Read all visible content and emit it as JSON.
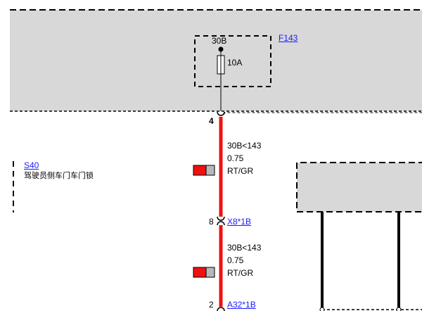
{
  "fuse_box": {
    "link": "F143",
    "terminal": "30B",
    "rating": "10A"
  },
  "component_s40": {
    "link": "S40",
    "description": "驾驶员侧车门车门锁"
  },
  "wire_1": {
    "pin_top": "4",
    "signal": "30B<143",
    "gauge": "0.75",
    "color_code": "RT/GR"
  },
  "connector_x8": {
    "pin": "8",
    "link": "X8*1B"
  },
  "wire_2": {
    "signal": "30B<143",
    "gauge": "0.75",
    "color_code": "RT/GR"
  },
  "connector_a32": {
    "pin": "2",
    "link": "A32*1B"
  },
  "colors": {
    "wire_red": "#ee1111",
    "module_fill": "#d8d8d8",
    "link_blue": "#1a1aff",
    "swatch_red": "#ee1111",
    "swatch_gray": "#b8b8b8"
  }
}
